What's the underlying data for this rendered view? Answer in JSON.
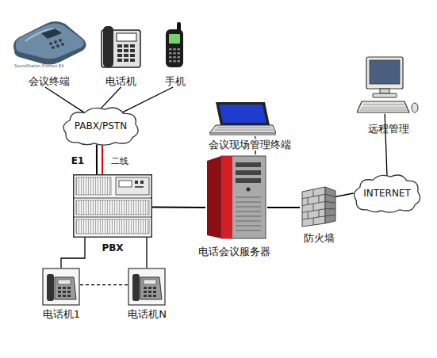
{
  "diagram": {
    "nodes": [
      {
        "text": [
          "会议终端"
        ]
      },
      {
        "text": [
          "电话机"
        ]
      },
      {
        "text": [
          "手机"
        ]
      },
      {
        "text": [
          "PABX/PSTN"
        ]
      },
      {
        "text": [
          "PBX"
        ]
      },
      {
        "text": [
          "电话机1"
        ]
      },
      {
        "text": [
          "电话机N"
        ]
      },
      {
        "text": [
          "会议现场管理终端"
        ]
      },
      {
        "text": [
          "电话会议服务器"
        ]
      },
      {
        "text": [
          "防火墙"
        ]
      },
      {
        "text": [
          "INTERNET"
        ]
      },
      {
        "text": [
          "远程管理"
        ]
      }
    ],
    "edges": [
      {
        "from": 0,
        "to": 3,
        "arrow": "none"
      },
      {
        "from": 1,
        "to": 3,
        "arrow": "none"
      },
      {
        "from": 2,
        "to": 3,
        "arrow": "none"
      },
      {
        "from": 3,
        "to": 4,
        "label": "E1",
        "arrow": "none"
      },
      {
        "from": 3,
        "to": 4,
        "label": "二线",
        "arrow": "none"
      },
      {
        "from": 4,
        "to": 5,
        "arrow": "none"
      },
      {
        "from": 4,
        "to": 6,
        "arrow": "none"
      },
      {
        "from": 5,
        "to": 6,
        "arrow": "none"
      },
      {
        "from": 4,
        "to": 8,
        "arrow": "none"
      },
      {
        "from": 7,
        "to": 8,
        "arrow": "none"
      },
      {
        "from": 8,
        "to": 9,
        "arrow": "none"
      },
      {
        "from": 9,
        "to": 10,
        "arrow": "none"
      },
      {
        "from": 10,
        "to": 11,
        "arrow": "none"
      }
    ],
    "labels": [
      "SoundStation Premier EX"
    ]
  }
}
